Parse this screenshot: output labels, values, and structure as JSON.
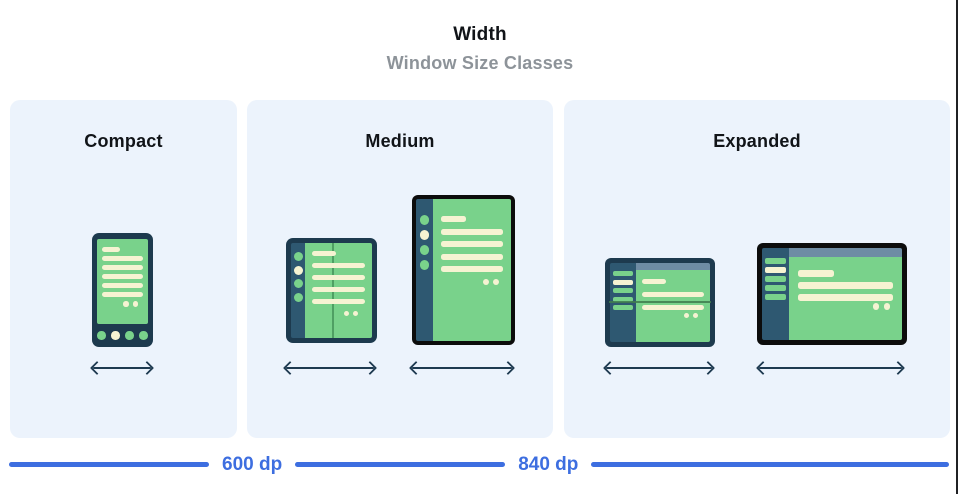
{
  "header": {
    "title": "Width",
    "subtitle": "Window Size Classes"
  },
  "size_classes": [
    {
      "label": "Compact",
      "devices": [
        "phone"
      ]
    },
    {
      "label": "Medium",
      "devices": [
        "foldable-portrait",
        "tablet-portrait"
      ]
    },
    {
      "label": "Expanded",
      "devices": [
        "foldable-landscape",
        "desktop"
      ]
    }
  ],
  "breakpoints": [
    {
      "label": "600 dp"
    },
    {
      "label": "840 dp"
    }
  ],
  "colors": {
    "panel_background": "#ecf3fc",
    "screen_green": "#79d28b",
    "frame_navy": "#1d3a4e",
    "sidebar_navy": "#2e5871",
    "topbar_slate": "#6e8ca4",
    "content_cream": "#f6f3d2",
    "device_black": "#0c0c0c",
    "fold_line_green": "#4f9f63",
    "accent_blue": "#3d6ee0",
    "subtitle_gray": "#8d9399",
    "arrow_navy": "#1e3a50"
  }
}
